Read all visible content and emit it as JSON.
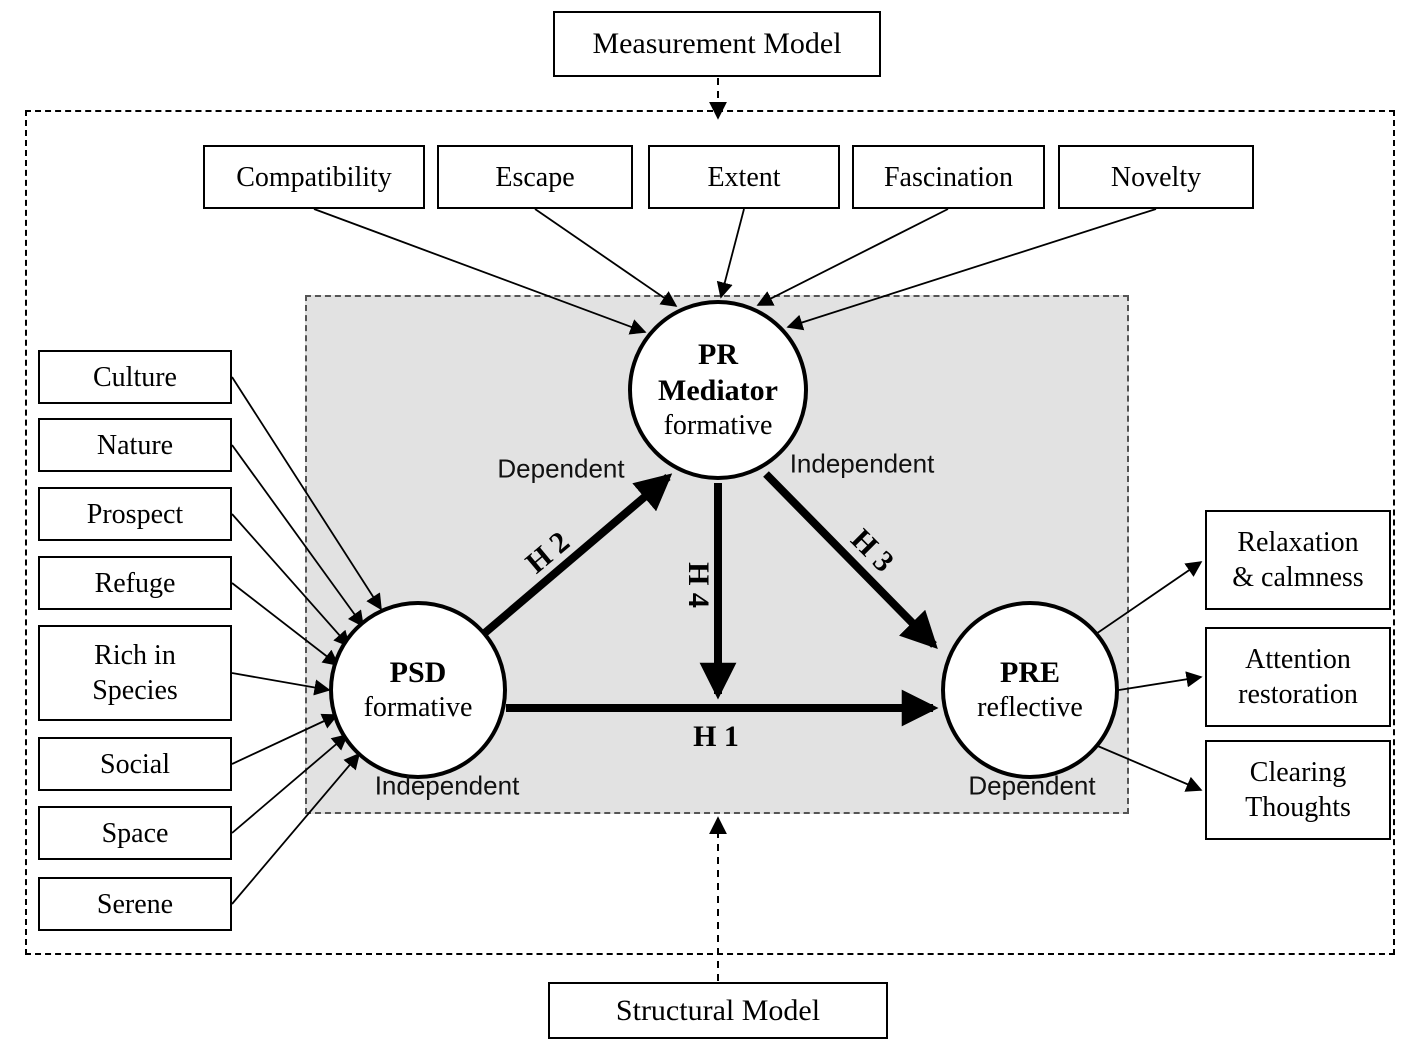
{
  "measurement_model_label": "Measurement Model",
  "structural_model_label": "Structural Model",
  "pr_indicators": [
    "Compatibility",
    "Escape",
    "Extent",
    "Fascination",
    "Novelty"
  ],
  "psd_indicators": [
    "Culture",
    "Nature",
    "Prospect",
    "Refuge",
    "Rich in\nSpecies",
    "Social",
    "Space",
    "Serene"
  ],
  "pre_indicators": [
    "Relaxation\n& calmness",
    "Attention\nrestoration",
    "Clearing\nThoughts"
  ],
  "constructs": {
    "pr": {
      "name": "PR",
      "subtitle": "Mediator",
      "type": "formative",
      "role_left": "Dependent",
      "role_right": "Independent"
    },
    "psd": {
      "name": "PSD",
      "type": "formative",
      "role": "Independent"
    },
    "pre": {
      "name": "PRE",
      "type": "reflective",
      "role": "Dependent"
    }
  },
  "hypotheses": {
    "h1": "H 1",
    "h2": "H 2",
    "h3": "H 3",
    "h4": "H 4"
  },
  "colors": {
    "structural_panel_fill": "#e2e2e2",
    "line_color": "#000000"
  }
}
